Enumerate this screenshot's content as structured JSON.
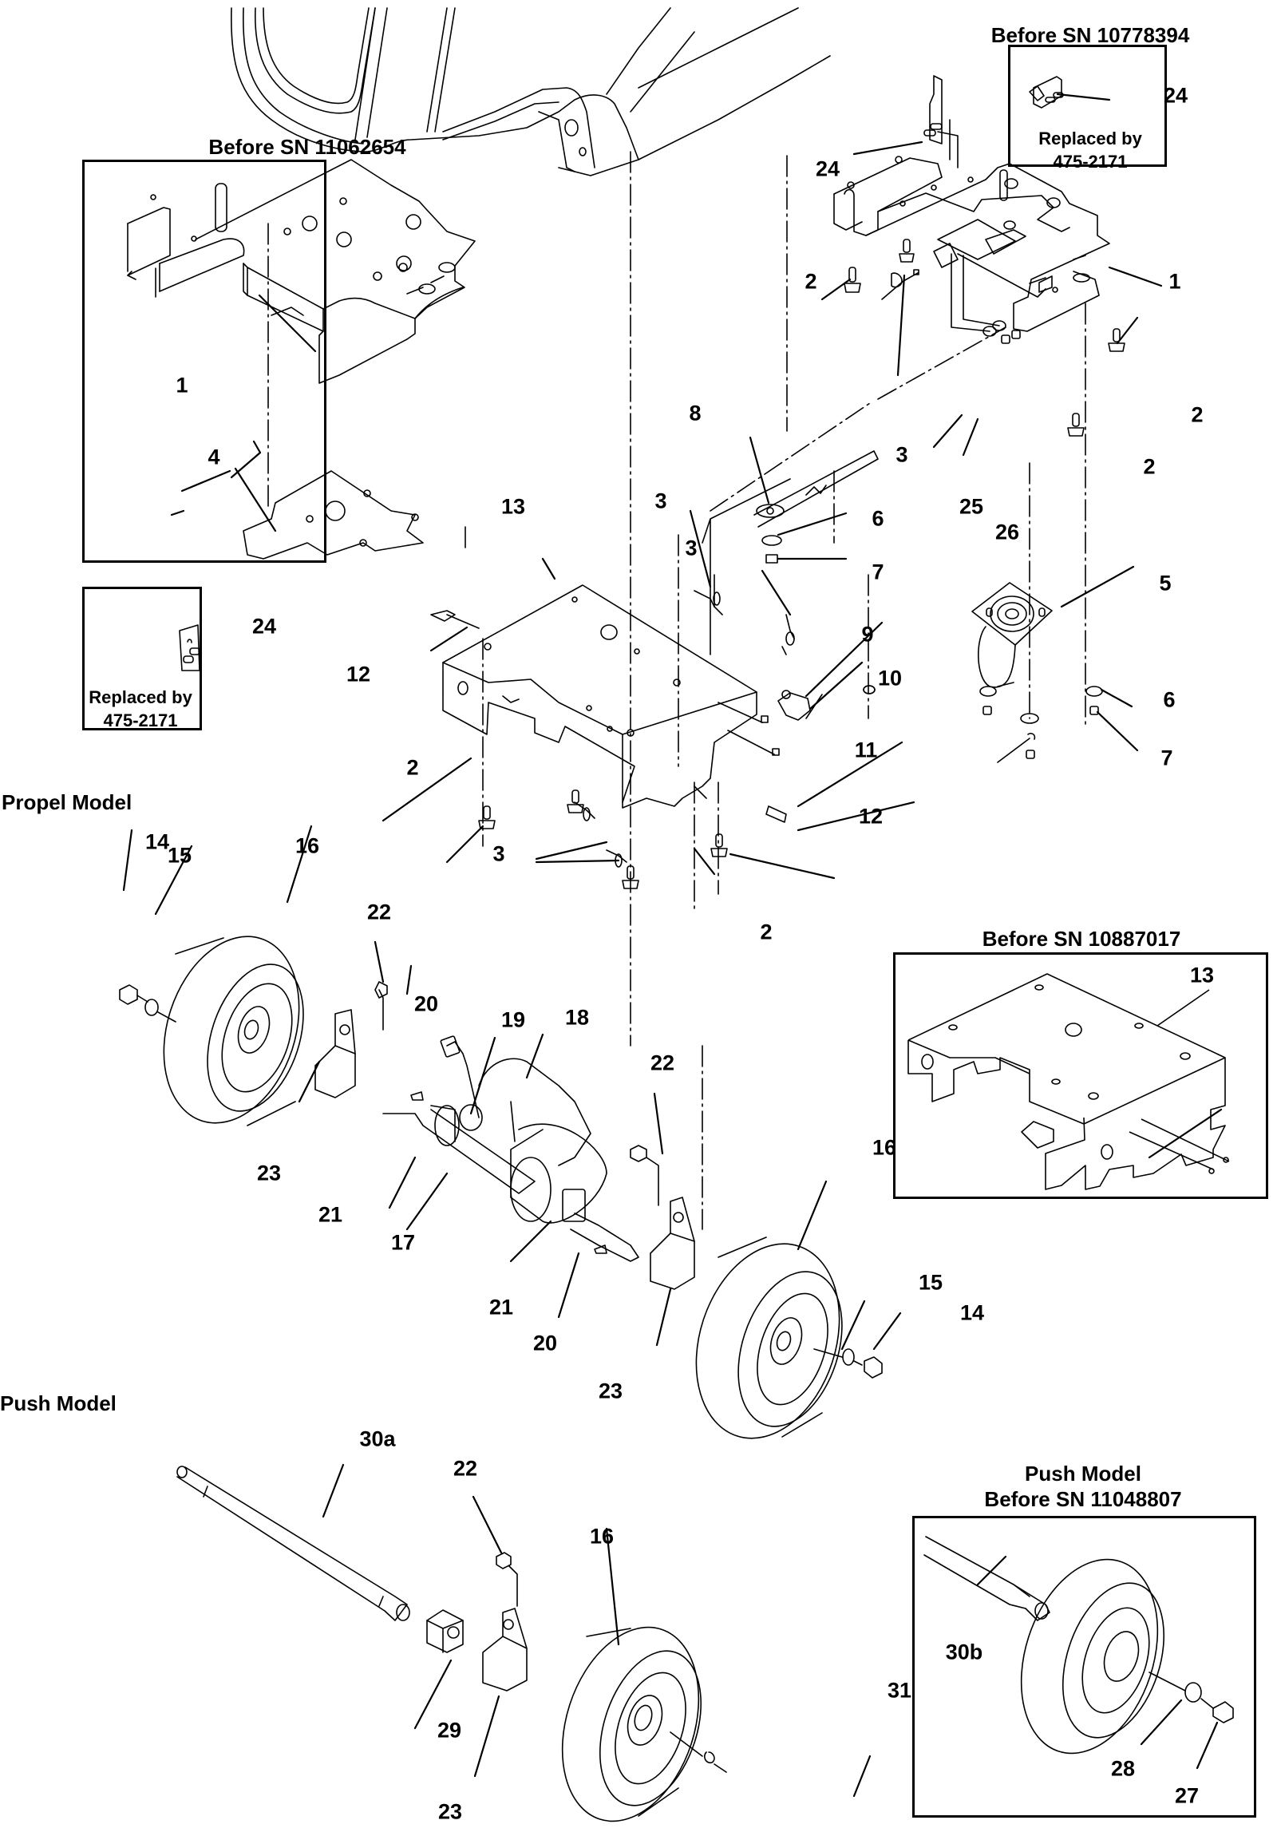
{
  "sections": {
    "propel_model": "Propel Model",
    "push_model": "Push Model"
  },
  "insets": {
    "before_sn_11062654": {
      "title": "Before SN 11062654"
    },
    "before_sn_10778394": {
      "title": "Before SN 10778394",
      "note_line1": "Replaced by",
      "note_line2": "475-2171"
    },
    "sensor_replaced": {
      "note_line1": "Replaced by",
      "note_line2": "475-2171"
    },
    "before_sn_10887017": {
      "title": "Before SN 10887017"
    },
    "push_before_sn_11048807": {
      "title_line1": "Push Model",
      "title_line2": "Before SN 11048807"
    }
  },
  "callouts": [
    {
      "id": "c24a",
      "text": "24"
    },
    {
      "id": "c24b",
      "text": "24"
    },
    {
      "id": "c24c",
      "text": "24"
    },
    {
      "id": "c2a",
      "text": "2"
    },
    {
      "id": "c2b",
      "text": "2"
    },
    {
      "id": "c2c",
      "text": "2"
    },
    {
      "id": "c2d",
      "text": "2"
    },
    {
      "id": "c2e",
      "text": "2"
    },
    {
      "id": "c1a",
      "text": "1"
    },
    {
      "id": "c1b",
      "text": "1"
    },
    {
      "id": "c3a",
      "text": "3"
    },
    {
      "id": "c3b",
      "text": "3"
    },
    {
      "id": "c3c",
      "text": "3"
    },
    {
      "id": "c3d",
      "text": "3"
    },
    {
      "id": "c4",
      "text": "4"
    },
    {
      "id": "c5",
      "text": "5"
    },
    {
      "id": "c6a",
      "text": "6"
    },
    {
      "id": "c6b",
      "text": "6"
    },
    {
      "id": "c7a",
      "text": "7"
    },
    {
      "id": "c7b",
      "text": "7"
    },
    {
      "id": "c8",
      "text": "8"
    },
    {
      "id": "c9",
      "text": "9"
    },
    {
      "id": "c10",
      "text": "10"
    },
    {
      "id": "c11",
      "text": "11"
    },
    {
      "id": "c12a",
      "text": "12"
    },
    {
      "id": "c12b",
      "text": "12"
    },
    {
      "id": "c13a",
      "text": "13"
    },
    {
      "id": "c13b",
      "text": "13"
    },
    {
      "id": "c14a",
      "text": "14"
    },
    {
      "id": "c14b",
      "text": "14"
    },
    {
      "id": "c15a",
      "text": "15"
    },
    {
      "id": "c15b",
      "text": "15"
    },
    {
      "id": "c16a",
      "text": "16"
    },
    {
      "id": "c16b",
      "text": "16"
    },
    {
      "id": "c16c",
      "text": "16"
    },
    {
      "id": "c17",
      "text": "17"
    },
    {
      "id": "c18",
      "text": "18"
    },
    {
      "id": "c19",
      "text": "19"
    },
    {
      "id": "c20a",
      "text": "20"
    },
    {
      "id": "c20b",
      "text": "20"
    },
    {
      "id": "c21a",
      "text": "21"
    },
    {
      "id": "c21b",
      "text": "21"
    },
    {
      "id": "c22a",
      "text": "22"
    },
    {
      "id": "c22b",
      "text": "22"
    },
    {
      "id": "c22c",
      "text": "22"
    },
    {
      "id": "c23a",
      "text": "23"
    },
    {
      "id": "c23b",
      "text": "23"
    },
    {
      "id": "c23c",
      "text": "23"
    },
    {
      "id": "c25",
      "text": "25"
    },
    {
      "id": "c26",
      "text": "26"
    },
    {
      "id": "c27",
      "text": "27"
    },
    {
      "id": "c28",
      "text": "28"
    },
    {
      "id": "c29",
      "text": "29"
    },
    {
      "id": "c30a",
      "text": "30a"
    },
    {
      "id": "c30b",
      "text": "30b"
    },
    {
      "id": "c31",
      "text": "31"
    }
  ]
}
